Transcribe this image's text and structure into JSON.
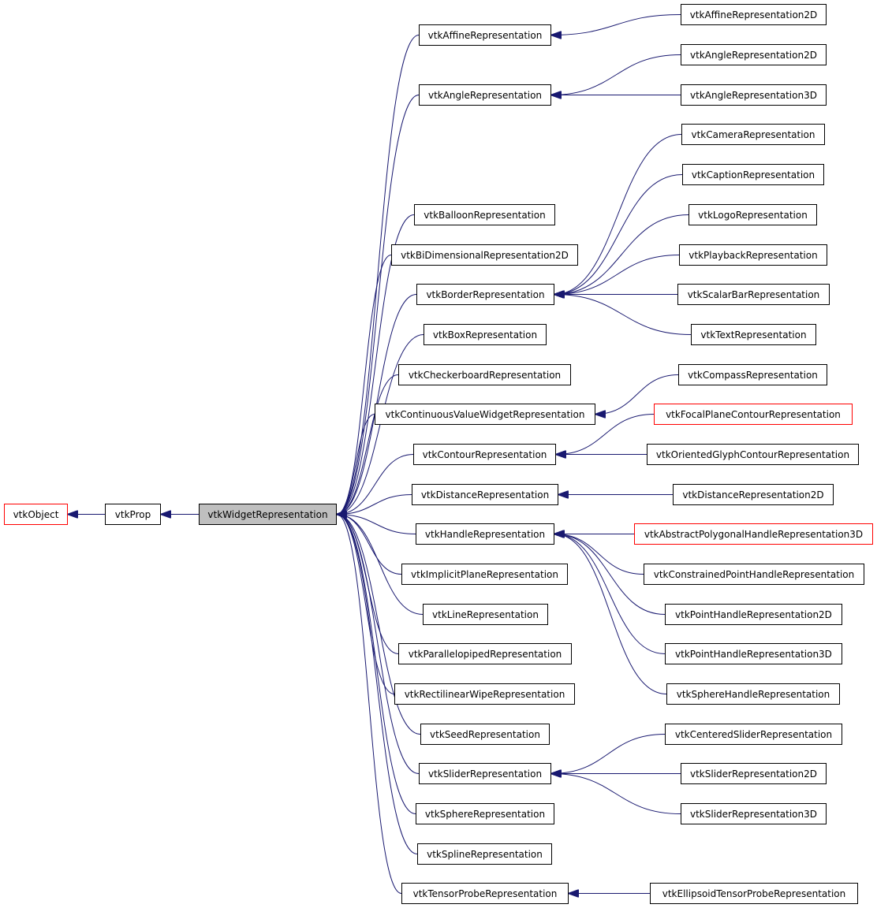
{
  "colors": {
    "edge": "#191970",
    "border": "#000000",
    "external_border": "#ff0000",
    "current_fill": "#bfbfbf"
  },
  "nodes": {
    "vtkObject": {
      "label": "vtkObject",
      "external": true
    },
    "vtkProp": {
      "label": "vtkProp"
    },
    "vtkWidgetRepresentation": {
      "label": "vtkWidgetRepresentation",
      "current": true
    },
    "vtkAffineRepresentation": {
      "label": "vtkAffineRepresentation"
    },
    "vtkAngleRepresentation": {
      "label": "vtkAngleRepresentation"
    },
    "vtkBalloonRepresentation": {
      "label": "vtkBalloonRepresentation"
    },
    "vtkBiDimensionalRepresentation2D": {
      "label": "vtkBiDimensionalRepresentation2D"
    },
    "vtkBorderRepresentation": {
      "label": "vtkBorderRepresentation"
    },
    "vtkBoxRepresentation": {
      "label": "vtkBoxRepresentation"
    },
    "vtkCheckerboardRepresentation": {
      "label": "vtkCheckerboardRepresentation"
    },
    "vtkContinuousValueWidgetRepresentation": {
      "label": "vtkContinuousValueWidgetRepresentation"
    },
    "vtkContourRepresentation": {
      "label": "vtkContourRepresentation"
    },
    "vtkDistanceRepresentation": {
      "label": "vtkDistanceRepresentation"
    },
    "vtkHandleRepresentation": {
      "label": "vtkHandleRepresentation"
    },
    "vtkImplicitPlaneRepresentation": {
      "label": "vtkImplicitPlaneRepresentation"
    },
    "vtkLineRepresentation": {
      "label": "vtkLineRepresentation"
    },
    "vtkParallelopipedRepresentation": {
      "label": "vtkParallelopipedRepresentation"
    },
    "vtkRectilinearWipeRepresentation": {
      "label": "vtkRectilinearWipeRepresentation"
    },
    "vtkSeedRepresentation": {
      "label": "vtkSeedRepresentation"
    },
    "vtkSliderRepresentation": {
      "label": "vtkSliderRepresentation"
    },
    "vtkSphereRepresentation": {
      "label": "vtkSphereRepresentation"
    },
    "vtkSplineRepresentation": {
      "label": "vtkSplineRepresentation"
    },
    "vtkTensorProbeRepresentation": {
      "label": "vtkTensorProbeRepresentation"
    },
    "vtkAffineRepresentation2D": {
      "label": "vtkAffineRepresentation2D"
    },
    "vtkAngleRepresentation2D": {
      "label": "vtkAngleRepresentation2D"
    },
    "vtkAngleRepresentation3D": {
      "label": "vtkAngleRepresentation3D"
    },
    "vtkCameraRepresentation": {
      "label": "vtkCameraRepresentation"
    },
    "vtkCaptionRepresentation": {
      "label": "vtkCaptionRepresentation"
    },
    "vtkLogoRepresentation": {
      "label": "vtkLogoRepresentation"
    },
    "vtkPlaybackRepresentation": {
      "label": "vtkPlaybackRepresentation"
    },
    "vtkScalarBarRepresentation": {
      "label": "vtkScalarBarRepresentation"
    },
    "vtkTextRepresentation": {
      "label": "vtkTextRepresentation"
    },
    "vtkCompassRepresentation": {
      "label": "vtkCompassRepresentation"
    },
    "vtkFocalPlaneContourRepresentation": {
      "label": "vtkFocalPlaneContourRepresentation",
      "external": true
    },
    "vtkOrientedGlyphContourRepresentation": {
      "label": "vtkOrientedGlyphContourRepresentation"
    },
    "vtkDistanceRepresentation2D": {
      "label": "vtkDistanceRepresentation2D"
    },
    "vtkAbstractPolygonalHandleRepresentation3D": {
      "label": "vtkAbstractPolygonalHandleRepresentation3D",
      "external": true
    },
    "vtkConstrainedPointHandleRepresentation": {
      "label": "vtkConstrainedPointHandleRepresentation"
    },
    "vtkPointHandleRepresentation2D": {
      "label": "vtkPointHandleRepresentation2D"
    },
    "vtkPointHandleRepresentation3D": {
      "label": "vtkPointHandleRepresentation3D"
    },
    "vtkSphereHandleRepresentation": {
      "label": "vtkSphereHandleRepresentation"
    },
    "vtkCenteredSliderRepresentation": {
      "label": "vtkCenteredSliderRepresentation"
    },
    "vtkSliderRepresentation2D": {
      "label": "vtkSliderRepresentation2D"
    },
    "vtkSliderRepresentation3D": {
      "label": "vtkSliderRepresentation3D"
    },
    "vtkEllipsoidTensorProbeRepresentation": {
      "label": "vtkEllipsoidTensorProbeRepresentation"
    }
  },
  "edges": [
    [
      "vtkProp",
      "vtkObject"
    ],
    [
      "vtkWidgetRepresentation",
      "vtkProp"
    ],
    [
      "vtkAffineRepresentation",
      "vtkWidgetRepresentation"
    ],
    [
      "vtkAngleRepresentation",
      "vtkWidgetRepresentation"
    ],
    [
      "vtkBalloonRepresentation",
      "vtkWidgetRepresentation"
    ],
    [
      "vtkBiDimensionalRepresentation2D",
      "vtkWidgetRepresentation"
    ],
    [
      "vtkBorderRepresentation",
      "vtkWidgetRepresentation"
    ],
    [
      "vtkBoxRepresentation",
      "vtkWidgetRepresentation"
    ],
    [
      "vtkCheckerboardRepresentation",
      "vtkWidgetRepresentation"
    ],
    [
      "vtkContinuousValueWidgetRepresentation",
      "vtkWidgetRepresentation"
    ],
    [
      "vtkContourRepresentation",
      "vtkWidgetRepresentation"
    ],
    [
      "vtkDistanceRepresentation",
      "vtkWidgetRepresentation"
    ],
    [
      "vtkHandleRepresentation",
      "vtkWidgetRepresentation"
    ],
    [
      "vtkImplicitPlaneRepresentation",
      "vtkWidgetRepresentation"
    ],
    [
      "vtkLineRepresentation",
      "vtkWidgetRepresentation"
    ],
    [
      "vtkParallelopipedRepresentation",
      "vtkWidgetRepresentation"
    ],
    [
      "vtkRectilinearWipeRepresentation",
      "vtkWidgetRepresentation"
    ],
    [
      "vtkSeedRepresentation",
      "vtkWidgetRepresentation"
    ],
    [
      "vtkSliderRepresentation",
      "vtkWidgetRepresentation"
    ],
    [
      "vtkSphereRepresentation",
      "vtkWidgetRepresentation"
    ],
    [
      "vtkSplineRepresentation",
      "vtkWidgetRepresentation"
    ],
    [
      "vtkTensorProbeRepresentation",
      "vtkWidgetRepresentation"
    ],
    [
      "vtkAffineRepresentation2D",
      "vtkAffineRepresentation"
    ],
    [
      "vtkAngleRepresentation2D",
      "vtkAngleRepresentation"
    ],
    [
      "vtkAngleRepresentation3D",
      "vtkAngleRepresentation"
    ],
    [
      "vtkCameraRepresentation",
      "vtkBorderRepresentation"
    ],
    [
      "vtkCaptionRepresentation",
      "vtkBorderRepresentation"
    ],
    [
      "vtkLogoRepresentation",
      "vtkBorderRepresentation"
    ],
    [
      "vtkPlaybackRepresentation",
      "vtkBorderRepresentation"
    ],
    [
      "vtkScalarBarRepresentation",
      "vtkBorderRepresentation"
    ],
    [
      "vtkTextRepresentation",
      "vtkBorderRepresentation"
    ],
    [
      "vtkCompassRepresentation",
      "vtkContinuousValueWidgetRepresentation"
    ],
    [
      "vtkFocalPlaneContourRepresentation",
      "vtkContourRepresentation"
    ],
    [
      "vtkOrientedGlyphContourRepresentation",
      "vtkContourRepresentation"
    ],
    [
      "vtkDistanceRepresentation2D",
      "vtkDistanceRepresentation"
    ],
    [
      "vtkAbstractPolygonalHandleRepresentation3D",
      "vtkHandleRepresentation"
    ],
    [
      "vtkConstrainedPointHandleRepresentation",
      "vtkHandleRepresentation"
    ],
    [
      "vtkPointHandleRepresentation2D",
      "vtkHandleRepresentation"
    ],
    [
      "vtkPointHandleRepresentation3D",
      "vtkHandleRepresentation"
    ],
    [
      "vtkSphereHandleRepresentation",
      "vtkHandleRepresentation"
    ],
    [
      "vtkCenteredSliderRepresentation",
      "vtkSliderRepresentation"
    ],
    [
      "vtkSliderRepresentation2D",
      "vtkSliderRepresentation"
    ],
    [
      "vtkSliderRepresentation3D",
      "vtkSliderRepresentation"
    ],
    [
      "vtkEllipsoidTensorProbeRepresentation",
      "vtkTensorProbeRepresentation"
    ]
  ]
}
